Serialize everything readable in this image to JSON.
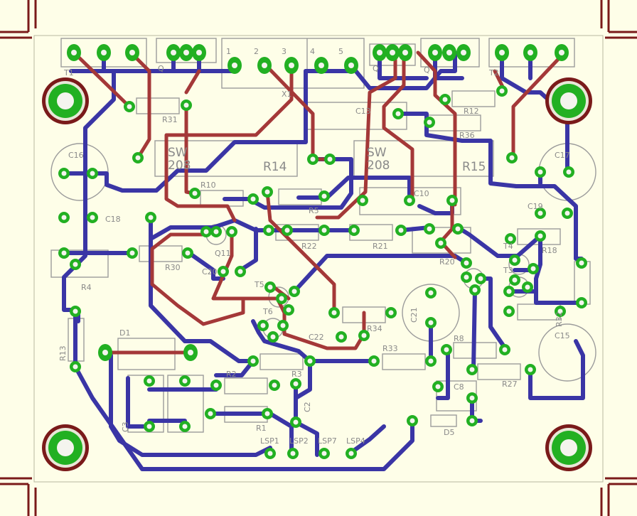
{
  "colors": {
    "board": "#fefee8",
    "bottom_trace": "#3a35a5",
    "top_trace": "#a43838",
    "pad": "#22b022",
    "silkscreen": "#9c9c9c",
    "crop_marks": "#7a1a1a"
  },
  "components": {
    "T1": "T1",
    "Q_left": "Q",
    "Q_mid": "Q",
    "Q_right": "Q",
    "T2": "T2",
    "X1": "X1",
    "pin1": "1",
    "pin2": "2",
    "pin3": "3",
    "pin4": "4",
    "pin5": "5",
    "R31": "R31",
    "R12": "R12",
    "R36": "R36",
    "C13": "C13",
    "SW208_a": "SW",
    "SW208_a2": "208",
    "R14": "R14",
    "SW208_b": "SW",
    "SW208_b2": "208",
    "R15": "R15",
    "C16": "C16",
    "C17": "C17",
    "C18": "C18",
    "C19": "C19",
    "R10": "R10",
    "R5": "R5",
    "C10": "C10",
    "Q11": "Q11",
    "R22": "R22",
    "R21": "R21",
    "R20": "R20",
    "R4": "R4",
    "R30": "R30",
    "C20": "C20",
    "T5": "T5",
    "T6": "T6",
    "T4": "T4",
    "T3": "T3",
    "R18": "R18",
    "R32": "R32",
    "C21": "C21",
    "C22": "C22",
    "R34": "R34",
    "R8": "R8",
    "C15": "C15",
    "R13": "R13",
    "D1": "D1",
    "R33": "R33",
    "R27": "R27",
    "R2": "R2",
    "R3": "R3",
    "C3": "C3",
    "C2": "C2",
    "R1": "R1",
    "C8": "C8",
    "D5": "D5",
    "LSP1": "LSP1",
    "LSP2": "LSP2",
    "LSP7": "LSP7",
    "LSP4": "LSP4"
  }
}
